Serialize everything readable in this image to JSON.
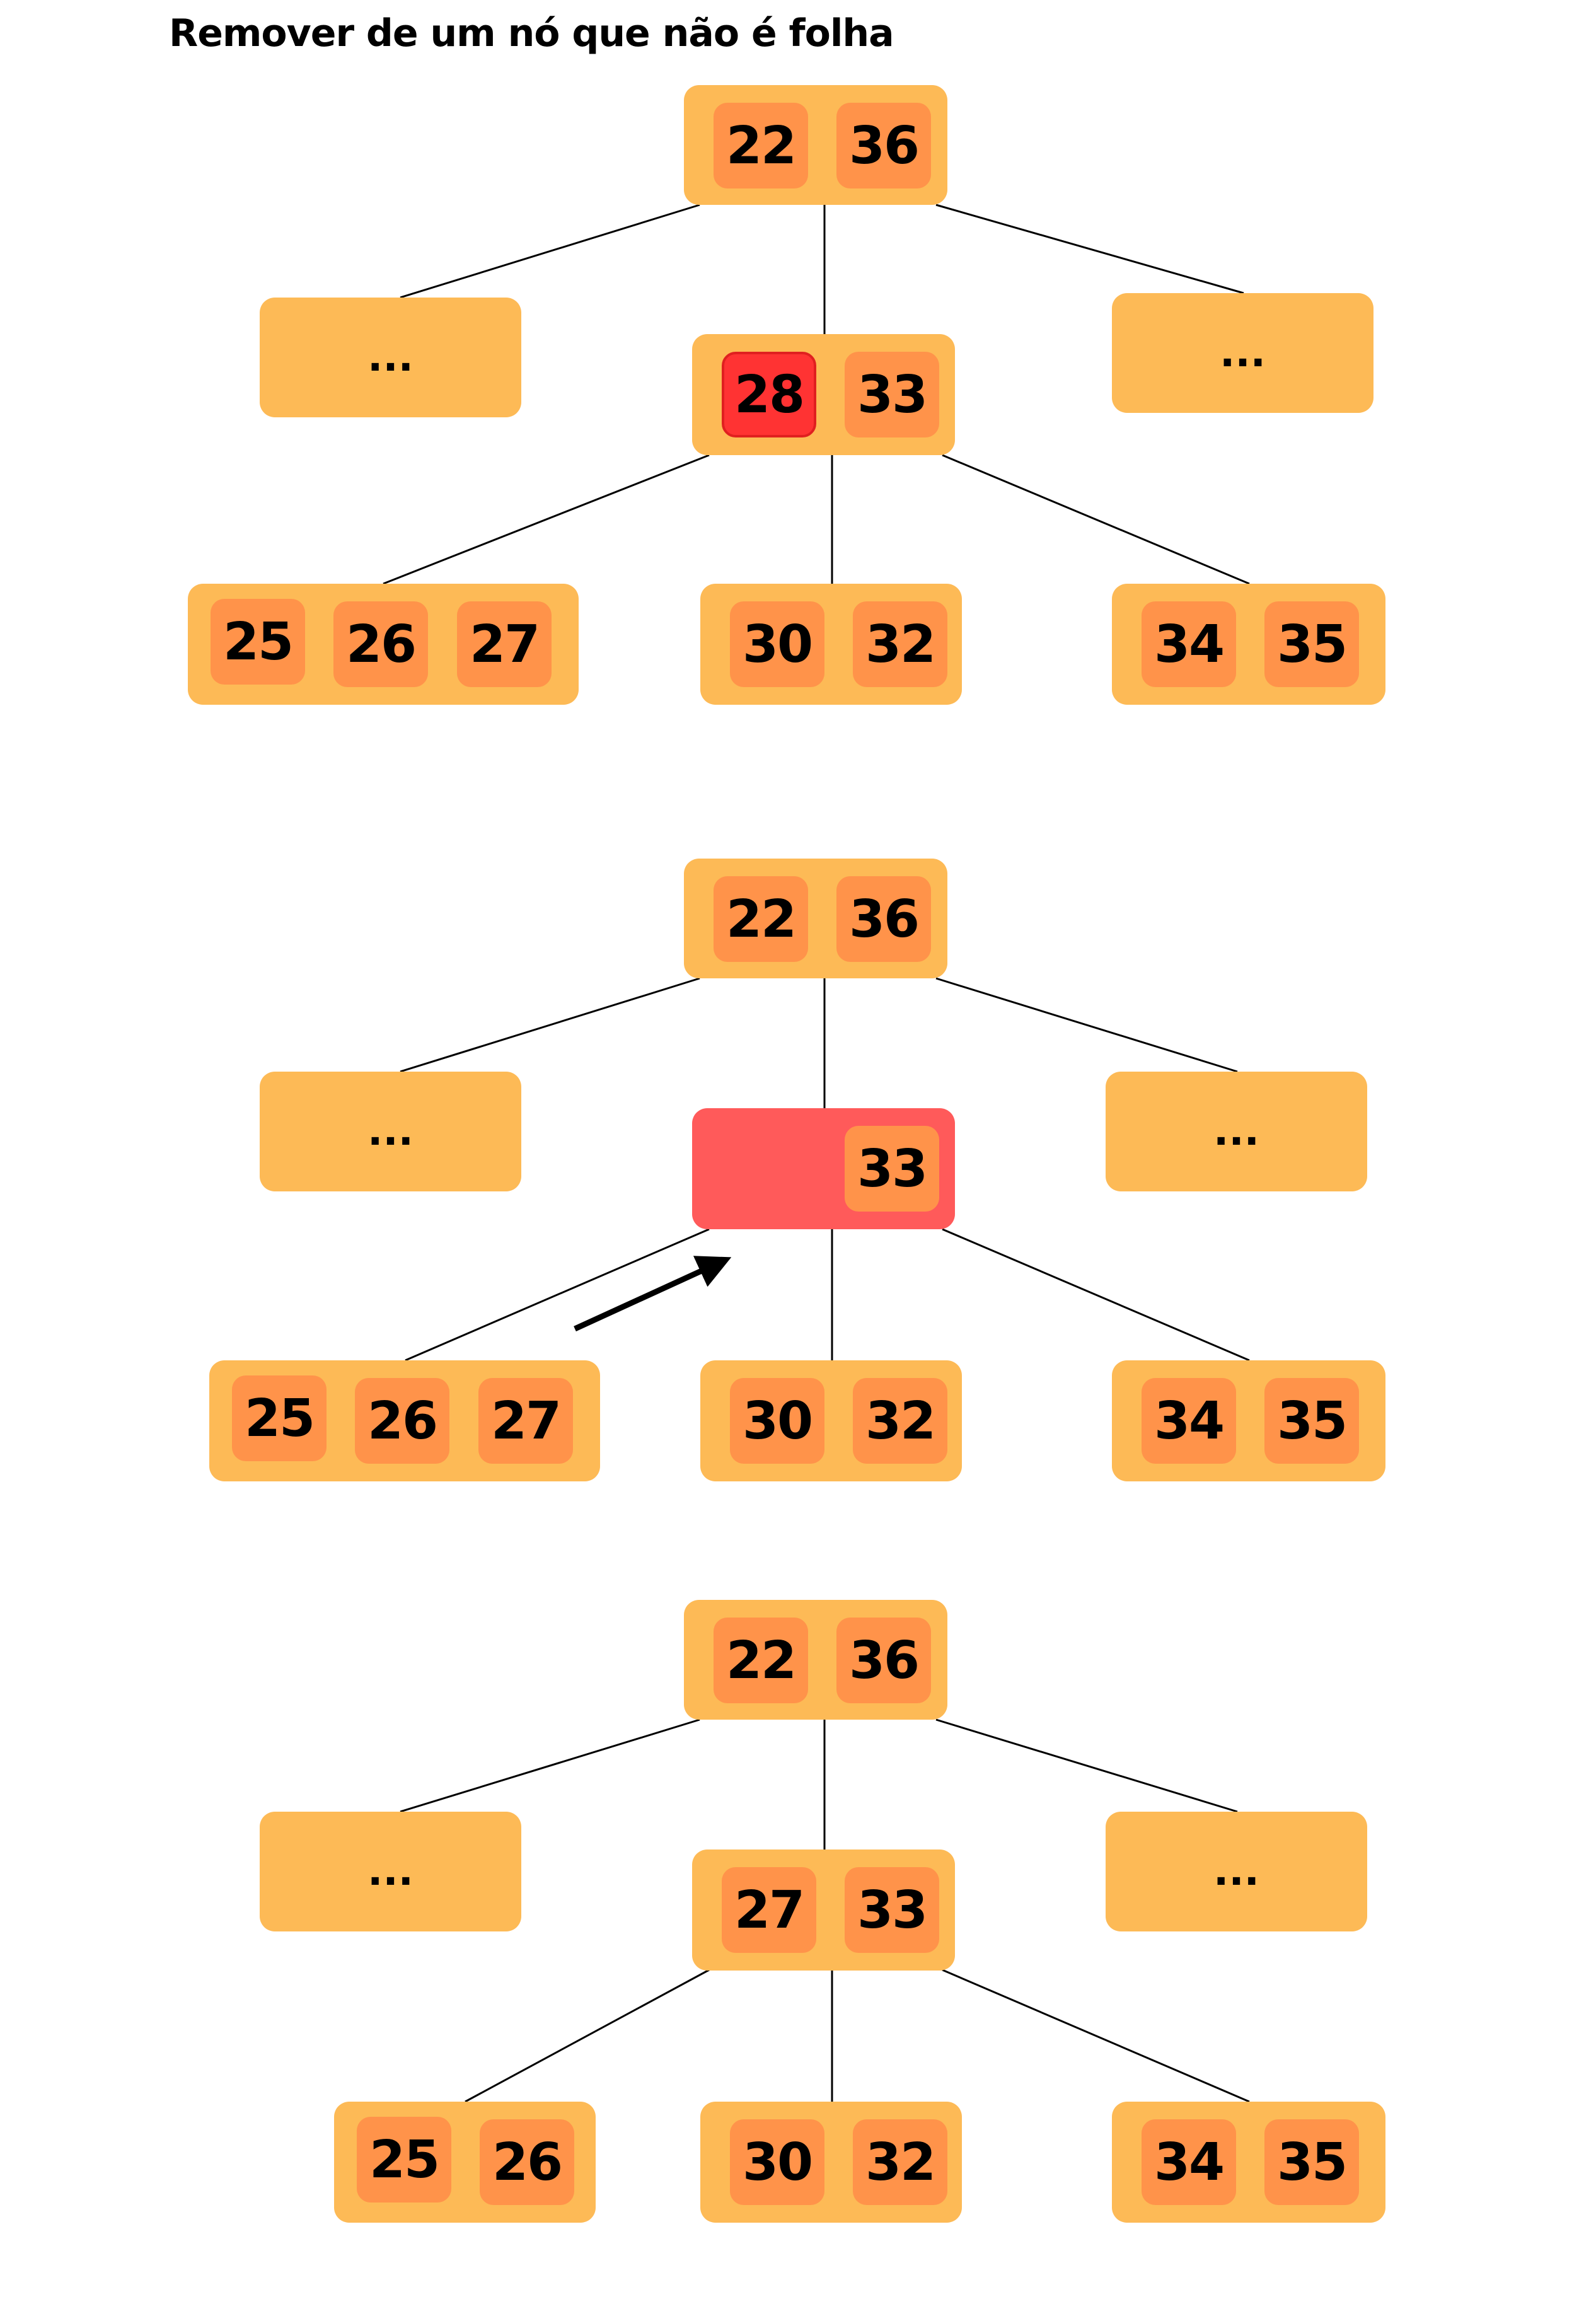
{
  "title": "Remover de um nó que não é folha",
  "colors": {
    "node": "#FDBA56",
    "key": "#FF934A",
    "deleted_key": "#FF3333",
    "underflow_node": "#FF5A5A",
    "edge": "#000000"
  },
  "ellipsis": "...",
  "stages": [
    {
      "root": [
        "22",
        "36"
      ],
      "middle": [
        "28",
        "33"
      ],
      "deleted": "28",
      "children": [
        [
          "25",
          "26",
          "27"
        ],
        [
          "30",
          "32"
        ],
        [
          "34",
          "35"
        ]
      ]
    },
    {
      "root": [
        "22",
        "36"
      ],
      "middle": [
        "33"
      ],
      "children": [
        [
          "25",
          "26",
          "27"
        ],
        [
          "30",
          "32"
        ],
        [
          "34",
          "35"
        ]
      ]
    },
    {
      "root": [
        "22",
        "36"
      ],
      "middle": [
        "27",
        "33"
      ],
      "children": [
        [
          "25",
          "26"
        ],
        [
          "30",
          "32"
        ],
        [
          "34",
          "35"
        ]
      ]
    }
  ]
}
